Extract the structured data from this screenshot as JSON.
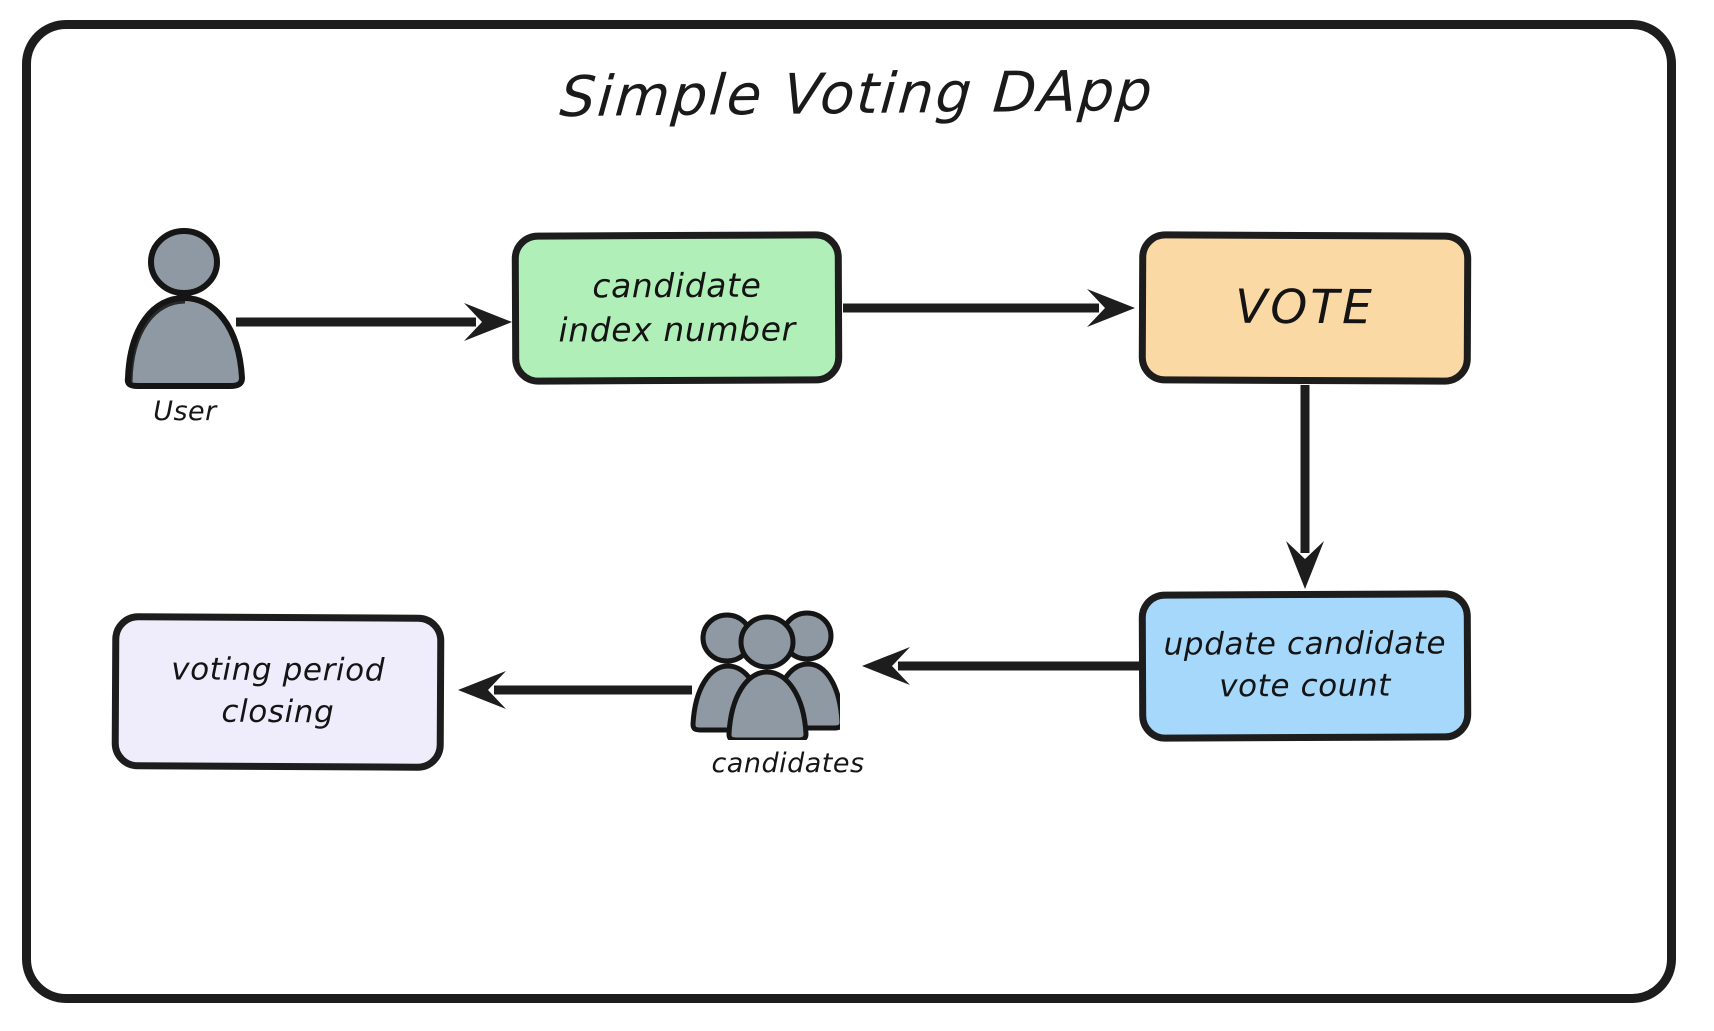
{
  "diagram": {
    "title": "Simple Voting DApp",
    "frame": {
      "border_color": "#1d1d1d"
    },
    "nodes": [
      {
        "id": "candidate-index",
        "lines": [
          "candidate",
          "index number"
        ],
        "fill": "#b0efb8",
        "shape": "rounded-rect"
      },
      {
        "id": "vote",
        "lines": [
          "VOTE"
        ],
        "fill": "#fbd9a5",
        "shape": "rounded-rect"
      },
      {
        "id": "update-count",
        "lines": [
          "update candidate",
          "vote count"
        ],
        "fill": "#a5d8fb",
        "shape": "rounded-rect"
      },
      {
        "id": "voting-closing",
        "lines": [
          "voting period",
          "closing"
        ],
        "fill": "#efedfb",
        "shape": "rounded-rect"
      }
    ],
    "actors": [
      {
        "id": "user",
        "caption": "User",
        "icon": "single-person-icon",
        "fill": "#8e99a3"
      },
      {
        "id": "candidates",
        "caption": "candidates",
        "icon": "group-of-people-icon",
        "fill": "#8e99a3"
      }
    ],
    "edges": [
      {
        "id": "user-to-candidate-index",
        "from": "user",
        "to": "candidate-index",
        "direction": "right"
      },
      {
        "id": "candidate-index-to-vote",
        "from": "candidate-index",
        "to": "vote",
        "direction": "right"
      },
      {
        "id": "vote-to-update-count",
        "from": "vote",
        "to": "update-count",
        "direction": "down"
      },
      {
        "id": "update-count-to-candidates",
        "from": "update-count",
        "to": "candidates",
        "direction": "left"
      },
      {
        "id": "candidates-to-voting-closing",
        "from": "candidates",
        "to": "voting-closing",
        "direction": "left"
      }
    ]
  }
}
